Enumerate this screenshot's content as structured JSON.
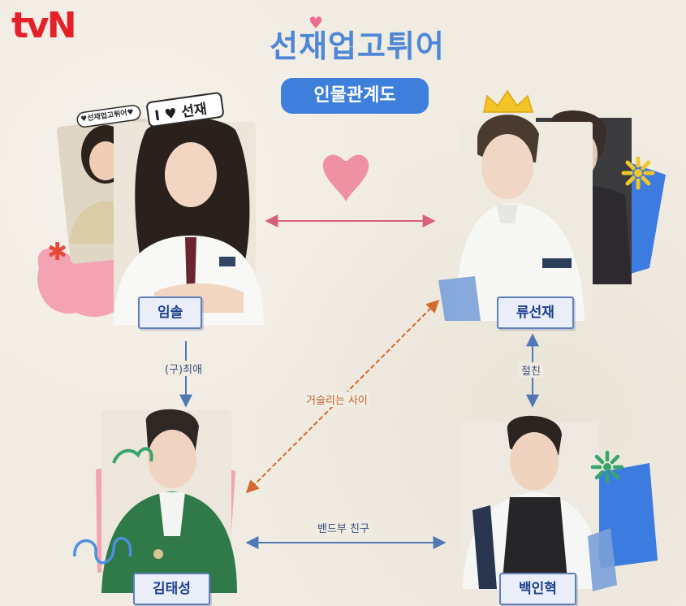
{
  "brand": {
    "logo": "tvN",
    "logo_color": "#e4202a"
  },
  "title": {
    "main": "선재업고튀어",
    "sub": "인물관계도",
    "main_color": "#4d87d6",
    "sub_bg": "#3f7fdc",
    "heart": "♥",
    "heart_color": "#f06b8f"
  },
  "stickers": {
    "fan_sign": "I ♥ 선재",
    "fan_banner": "♥선재업고튀어♥"
  },
  "characters": [
    {
      "id": "imsol",
      "name": "임솔"
    },
    {
      "id": "ryu-seonjae",
      "name": "류선재"
    },
    {
      "id": "kim-taeseong",
      "name": "김태성"
    },
    {
      "id": "baek-inhyuk",
      "name": "백인혁"
    }
  ],
  "relationships": [
    {
      "from": "임솔",
      "to": "류선재",
      "label": ""
    },
    {
      "from": "임솔",
      "to": "김태성",
      "label": "(구)최애"
    },
    {
      "from": "류선재",
      "to": "백인혁",
      "label": "절친"
    },
    {
      "from": "김태성",
      "to": "류선재",
      "label": "거슬리는 사이"
    },
    {
      "from": "김태성",
      "to": "백인혁",
      "label": "밴드부 친구"
    }
  ],
  "colors": {
    "love_arrow": "#d95f7c",
    "blue_arrow": "#4f78b5",
    "rival_arrow": "#d46a2e",
    "label_text": "#3a4f7a",
    "rival_text": "#c1602c",
    "pink_accent": "#f4a3b4",
    "blue_accent": "#3c7be0",
    "yellow_accent": "#f2c62a",
    "green_accent": "#37a56a"
  }
}
